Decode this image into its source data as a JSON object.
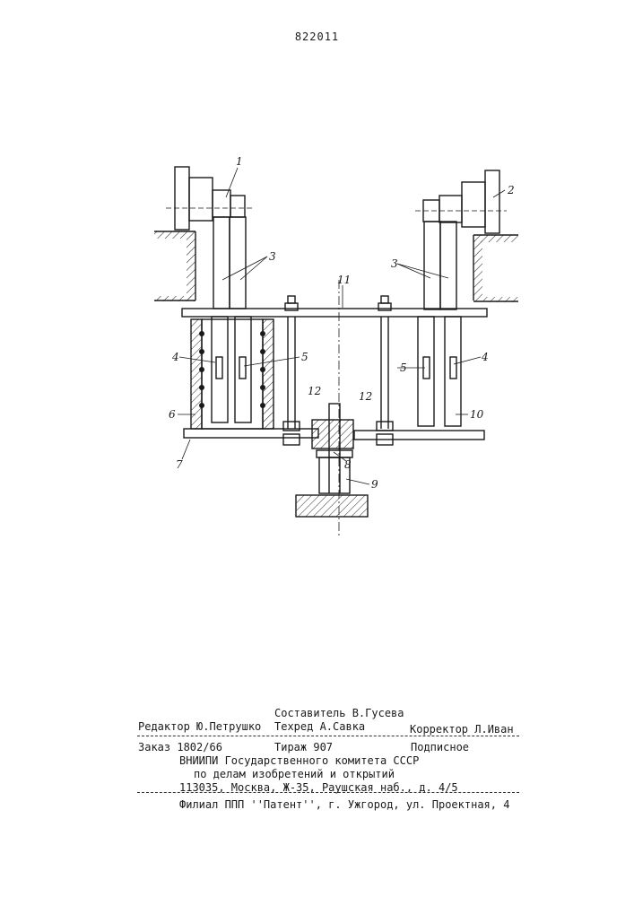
{
  "page_number": "822011",
  "figure_labels": [
    "1",
    "2",
    "3",
    "3",
    "4",
    "5",
    "5",
    "4",
    "6",
    "7",
    "8",
    "9",
    "10",
    "11",
    "12",
    "12"
  ],
  "imprint": {
    "compiler": "Составитель В.Гусева",
    "editor": "Редактор Ю.Петрушко",
    "techred": "Техред А.Савка",
    "corrector": "Корректор Л.Иван",
    "order": "Заказ 1802/66",
    "circulation": "Тираж 907",
    "subscription": "Подписное",
    "org_line1": "ВНИИПИ Государственного комитета СССР",
    "org_line2": "по делам изобретений и открытий",
    "address": "113035, Москва, Ж-35, Раушская наб., д. 4/5",
    "branch": "Филиал ППП ''Патент'', г. Ужгород, ул. Проектная, 4"
  }
}
